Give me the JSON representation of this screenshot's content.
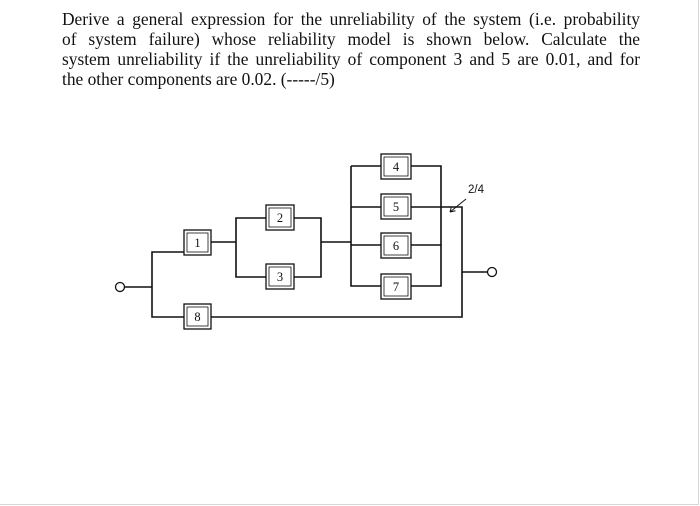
{
  "question": {
    "lines": [
      "Derive a general expression for the unreliability of the system (i.e. probability",
      "of system failure) whose reliability model is shown below. Calculate the",
      "system unreliability if the unreliability of component 3 and 5 are 0.01, and for",
      "the other components are 0.02. (-----/5)"
    ]
  },
  "diagram": {
    "components": {
      "c1": "1",
      "c2": "2",
      "c3": "3",
      "c4": "4",
      "c5": "5",
      "c6": "6",
      "c7": "7",
      "c8": "8"
    },
    "vote_label": "2/4"
  }
}
